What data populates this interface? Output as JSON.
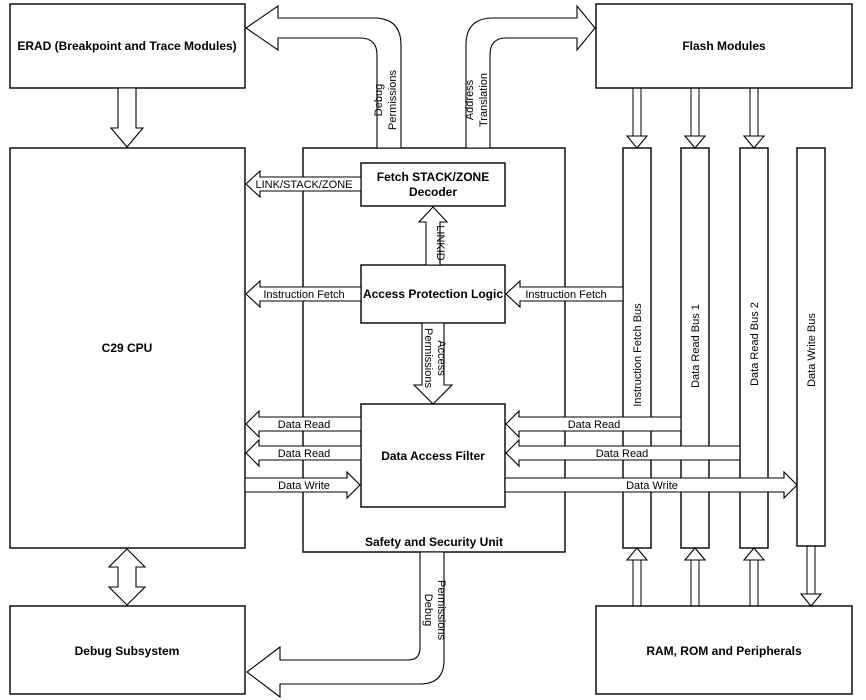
{
  "blocks": {
    "erad": "ERAD (Breakpoint and Trace Modules)",
    "flash": "Flash Modules",
    "cpu": "C29 CPU",
    "ssu": "Safety and Security Unit",
    "fetch_line1": "Fetch STACK/ZONE",
    "fetch_line2": "Decoder",
    "apl": "Access Protection Logic",
    "daf": "Data Access Filter",
    "debug": "Debug Subsystem",
    "ram": "RAM, ROM and Peripherals"
  },
  "buses": {
    "ifetch": "Instruction Fetch Bus",
    "dread1": "Data Read Bus 1",
    "dread2": "Data Read Bus 2",
    "dwrite": "Data Write Bus"
  },
  "labels": {
    "debug_perm_top_1": "Debug",
    "debug_perm_top_2": "Permissions",
    "addr_trans_1": "Address",
    "addr_trans_2": "Translation",
    "link_stack_zone": "LINK/STACK/ZONE",
    "linkid": "LINKID",
    "instr_fetch_left": "Instruction Fetch",
    "instr_fetch_right": "Instruction Fetch",
    "access_perm_1": "Access",
    "access_perm_2": "Permissions",
    "data_read_left_1": "Data Read",
    "data_read_left_2": "Data Read",
    "data_write_left": "Data Write",
    "data_read_right_1": "Data Read",
    "data_read_right_2": "Data Read",
    "data_write_right": "Data Write",
    "debug_perm_bot_1": "Debug",
    "debug_perm_bot_2": "Permissions"
  }
}
